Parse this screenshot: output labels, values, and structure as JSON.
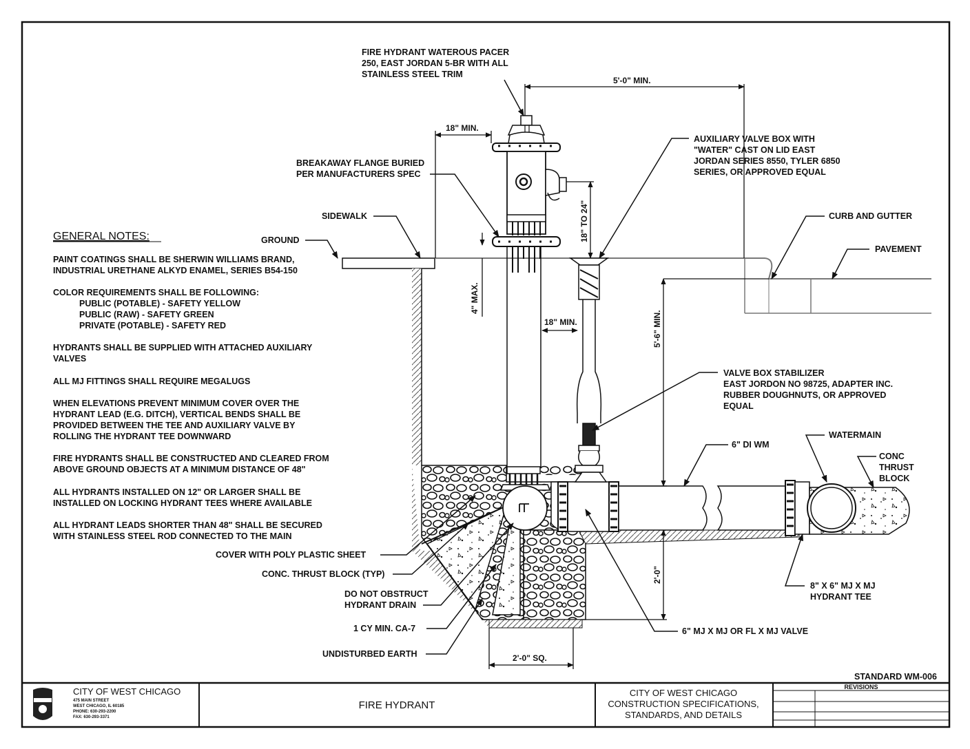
{
  "general_notes": {
    "heading": "GENERAL NOTES:",
    "lines": [
      "PAINT COATINGS SHALL BE SHERWIN WILLIAMS BRAND,",
      "INDUSTRIAL URETHANE ALKYD ENAMEL, SERIES B54-150",
      "COLOR REQUIREMENTS SHALL BE FOLLOWING:",
      "PUBLIC (POTABLE) - SAFETY YELLOW",
      "PUBLIC (RAW) - SAFETY GREEN",
      "PRIVATE (POTABLE) - SAFETY RED",
      "HYDRANTS SHALL BE SUPPLIED WITH ATTACHED AUXILIARY",
      "VALVES",
      "ALL MJ FITTINGS SHALL REQUIRE MEGALUGS",
      "WHEN ELEVATIONS PREVENT MINIMUM COVER OVER THE",
      "HYDRANT LEAD (E.G. DITCH), VERTICAL BENDS SHALL BE",
      "PROVIDED BETWEEN THE TEE AND AUXILIARY VALVE BY",
      "ROLLING THE HYDRANT TEE DOWNWARD",
      "FIRE HYDRANTS SHALL BE CONSTRUCTED AND CLEARED FROM",
      "ABOVE GROUND OBJECTS AT A MINIMUM DISTANCE OF 48\"",
      "ALL HYDRANTS INSTALLED ON 12\" OR LARGER SHALL BE",
      "INSTALLED ON LOCKING HYDRANT TEES WHERE AVAILABLE",
      "ALL HYDRANT LEADS SHORTER THAN 48\" SHALL BE SECURED",
      "WITH STAINLESS STEEL ROD CONNECTED TO THE MAIN"
    ]
  },
  "callouts": {
    "hydrant": [
      "FIRE HYDRANT WATEROUS PACER",
      "250, EAST JORDAN 5-BR WITH ALL",
      "STAINLESS STEEL TRIM"
    ],
    "breakaway": [
      "BREAKAWAY FLANGE BURIED",
      "PER MANUFACTURERS SPEC"
    ],
    "sidewalk": "SIDEWALK",
    "ground": "GROUND",
    "aux_valve_box": [
      "AUXILIARY VALVE BOX WITH",
      "\"WATER\" CAST ON LID EAST",
      "JORDAN SERIES 8550, TYLER 6850",
      "SERIES, OR APPROVED EQUAL"
    ],
    "curb": "CURB AND GUTTER",
    "pavement": "PAVEMENT",
    "stabilizer": [
      "VALVE BOX STABILIZER",
      "EAST JORDON NO 98725, ADAPTER INC.",
      "RUBBER DOUGHNUTS, OR APPROVED",
      "EQUAL"
    ],
    "di_wm": "6\" DI WM",
    "watermain": "WATERMAIN",
    "conc_thrust": [
      "CONC",
      "THRUST",
      "BLOCK"
    ],
    "poly": "COVER WITH POLY PLASTIC SHEET",
    "thrust_typ": "CONC. THRUST BLOCK (TYP)",
    "drain": [
      "DO NOT OBSTRUCT",
      "HYDRANT DRAIN"
    ],
    "ca7": "1 CY MIN. CA-7",
    "earth": "UNDISTURBED EARTH",
    "tee": [
      "8\" X 6\" MJ X MJ",
      "HYDRANT TEE"
    ],
    "valve": "6\" MJ X MJ OR FL X MJ VALVE"
  },
  "dimensions": {
    "five_ft": "5'-0\" MIN.",
    "eighteen_top": "18\" MIN.",
    "eighteen_to_24": "18\" TO 24\"",
    "four_max": "4\" MAX.",
    "eighteen_mid": "18\" MIN.",
    "five_six": "5'-6\" MIN.",
    "two_ft": "2'-0\"",
    "two_sq": "2'-0\" SQ."
  },
  "title_block": {
    "standard": "STANDARD WM-006",
    "city": "CITY OF WEST CHICAGO",
    "address": [
      "475 MAIN STREET",
      "WEST CHICAGO, IL 60185",
      "PHONE: 630-293-2200",
      "FAX: 630-293-3371"
    ],
    "drawing_title": "FIRE HYDRANT",
    "spec": [
      "CITY OF WEST CHICAGO",
      "CONSTRUCTION SPECIFICATIONS,",
      "STANDARDS, AND DETAILS"
    ],
    "revisions": "REVISIONS"
  }
}
